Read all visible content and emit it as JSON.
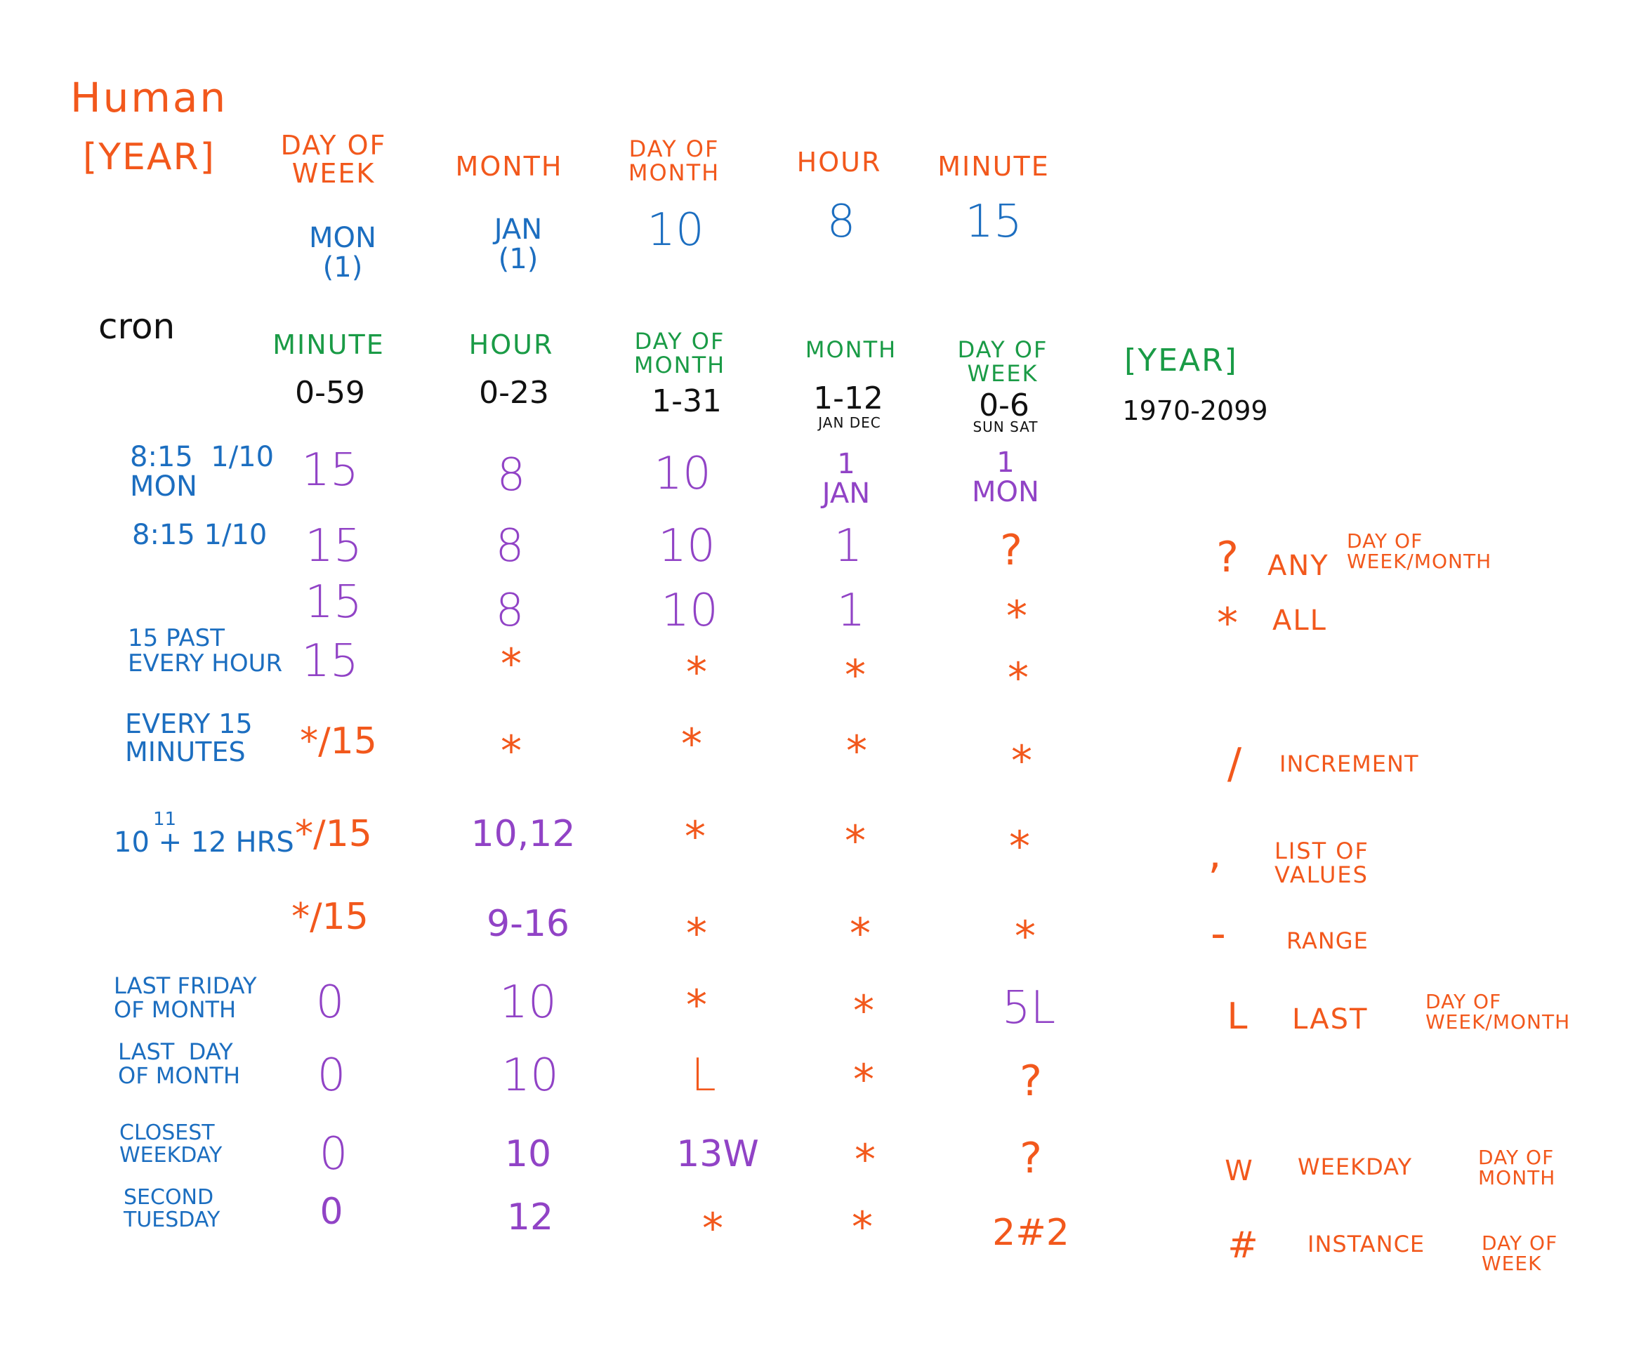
{
  "human": {
    "title": "Human",
    "year": "[YEAR]",
    "headers": [
      "DAY OF\nWEEK",
      "MONTH",
      "DAY OF\nMONTH",
      "HOUR",
      "MINUTE"
    ],
    "example_values": [
      "MON\n(1)",
      "JAN\n(1)",
      "10",
      "8",
      "15"
    ]
  },
  "cron": {
    "title": "cron",
    "headers": [
      "MINUTE",
      "HOUR",
      "DAY OF\nMONTH",
      "MONTH",
      "DAY OF\nWEEK",
      "[YEAR]"
    ],
    "ranges": [
      "0-59",
      "0-23",
      "1-31",
      "1-12",
      "0-6",
      "1970-2099"
    ],
    "month_range_note": "JAN  DEC",
    "weekday_range_note": "SUN  SAT"
  },
  "rows": [
    {
      "label": "8:15  1/10\nMON",
      "minute": "15",
      "hour": "8",
      "dom": "10",
      "month": "1\nJAN",
      "dow": "1\nMON"
    },
    {
      "label": "8:15  1/10",
      "minute": "15",
      "hour": "8",
      "dom": "10",
      "month": "1",
      "dow": "?"
    },
    {
      "label": "",
      "minute": "15",
      "hour": "8",
      "dom": "10",
      "month": "1",
      "dow": "*"
    },
    {
      "label": "15 PAST\nEVERY HOUR",
      "minute": "15",
      "hour": "*",
      "dom": "*",
      "month": "*",
      "dow": "*"
    },
    {
      "label": "EVERY 15\nMINUTES",
      "minute": "*/15",
      "hour": "*",
      "dom": "*",
      "month": "*",
      "dow": "*"
    },
    {
      "label": "10 + 12 HRS",
      "label_mark": "11",
      "minute": "*/15",
      "hour": "10,12",
      "dom": "*",
      "month": "*",
      "dow": "*"
    },
    {
      "label": "",
      "minute": "*/15",
      "hour": "9-16",
      "dom": "*",
      "month": "*",
      "dow": "*"
    },
    {
      "label": "LAST FRIDAY\nOF MONTH",
      "minute": "0",
      "hour": "10",
      "dom": "*",
      "month": "*",
      "dow": "5L"
    },
    {
      "label": "LAST  DAY\nOF MONTH",
      "minute": "0",
      "hour": "10",
      "dom": "L",
      "month": "*",
      "dow": "?"
    },
    {
      "label": "CLOSEST\nWEEKDAY",
      "minute": "0",
      "hour": "10",
      "dom": "13W",
      "month": "*",
      "dow": "?"
    },
    {
      "label": "SECOND\nTUESDAY",
      "minute": "0",
      "hour": "12",
      "dom": "*",
      "month": "*",
      "dow": "2#2"
    }
  ],
  "legend": [
    {
      "symbol": "?",
      "name": "ANY",
      "applies_to": "DAY OF\nWEEK/MONTH"
    },
    {
      "symbol": "*",
      "name": "ALL",
      "applies_to": ""
    },
    {
      "symbol": "/",
      "name": "INCREMENT",
      "applies_to": ""
    },
    {
      "symbol": ",",
      "name": "LIST OF\nVALUES",
      "applies_to": ""
    },
    {
      "symbol": "-",
      "name": "RANGE",
      "applies_to": ""
    },
    {
      "symbol": "L",
      "name": "LAST",
      "applies_to": "DAY OF\nWEEK/MONTH"
    },
    {
      "symbol": "W",
      "name": "WEEKDAY",
      "applies_to": "DAY OF\nMONTH"
    },
    {
      "symbol": "#",
      "name": "INSTANCE",
      "applies_to": "DAY OF\nWEEK"
    }
  ],
  "colors": {
    "heading": "#f2581c",
    "human_value": "#1c6ec0",
    "cron_heading": "#1a9b46",
    "cron_value": "#9143c6",
    "wildcard": "#f2581c",
    "text": "#111111"
  }
}
